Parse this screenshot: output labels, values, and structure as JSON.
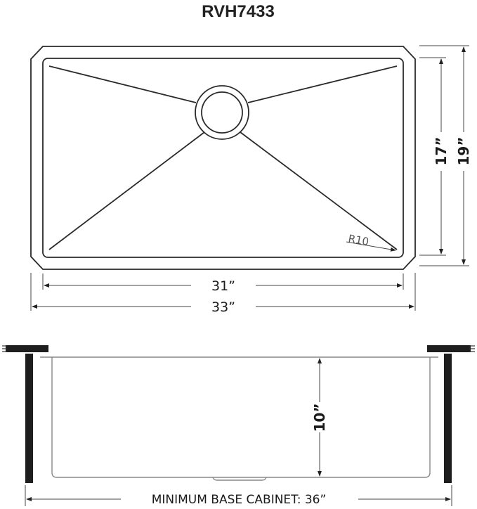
{
  "title": "RVH7433",
  "top_view": {
    "inner_width_label": "31”",
    "outer_width_label": "33”",
    "inner_depth_label": "17”",
    "outer_depth_label": "19”",
    "corner_radius_label": "R10"
  },
  "side_view": {
    "bowl_depth_label": "10”",
    "cabinet_label": "MINIMUM BASE CABINET: 36”"
  },
  "colors": {
    "line": "#2a2a2a",
    "countertop": "#1e1e1e",
    "background": "#ffffff"
  }
}
